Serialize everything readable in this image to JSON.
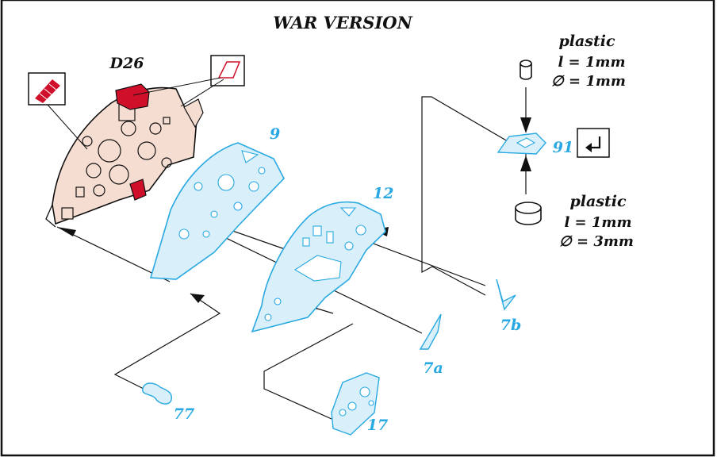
{
  "title": "WAR VERSION",
  "colors": {
    "pe_blue": "#29a9e1",
    "pe_fill": "#d9f0fb",
    "resin_flesh": "#f6ddd2",
    "red_part": "#d0102a",
    "ink": "#111111"
  },
  "parts": {
    "main_panel": "D26",
    "pe_9": "9",
    "pe_12": "12",
    "pe_7a": "7a",
    "pe_7b": "7b",
    "pe_77": "77",
    "pe_17": "17",
    "pe_91": "91"
  },
  "plastic_small": {
    "material": "plastic",
    "length": "l = 1mm",
    "diameter": "∅ = 1mm"
  },
  "plastic_large": {
    "material": "plastic",
    "length": "l = 1mm",
    "diameter": "∅ = 3mm"
  },
  "icons": {
    "remove_icon": "red-hatched-removal-icon",
    "cut_icon": "cut-off-icon",
    "bend_icon": "bend-arrow-icon"
  }
}
